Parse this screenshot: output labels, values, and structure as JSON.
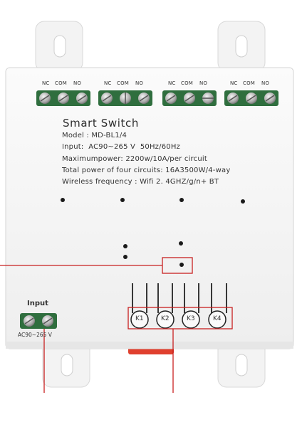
{
  "terminal_labels": {
    "nc": "NC",
    "com": "COM",
    "no": "NO"
  },
  "product": {
    "title": "Smart Switch",
    "model": "Model : MD-BL1/4",
    "input": "Input:  AC90~265 V  50Hz/60Hz",
    "max_power": "Maximumpower: 2200w/10A/per circuit",
    "total_power": "Total power of four circuits: 16A3500W/4-way",
    "wireless": "Wireless frequency : Wifi 2. 4GHZ/g/n+ BT"
  },
  "input_block": {
    "title": "Input",
    "range": "AC90~265 V"
  },
  "keys": [
    "K1",
    "K2",
    "K3",
    "K4"
  ],
  "colors": {
    "body": "#f6f6f6",
    "terminal_green": "#2f6e3e",
    "callout_red": "#c82020",
    "tab_red": "#e0402e"
  }
}
